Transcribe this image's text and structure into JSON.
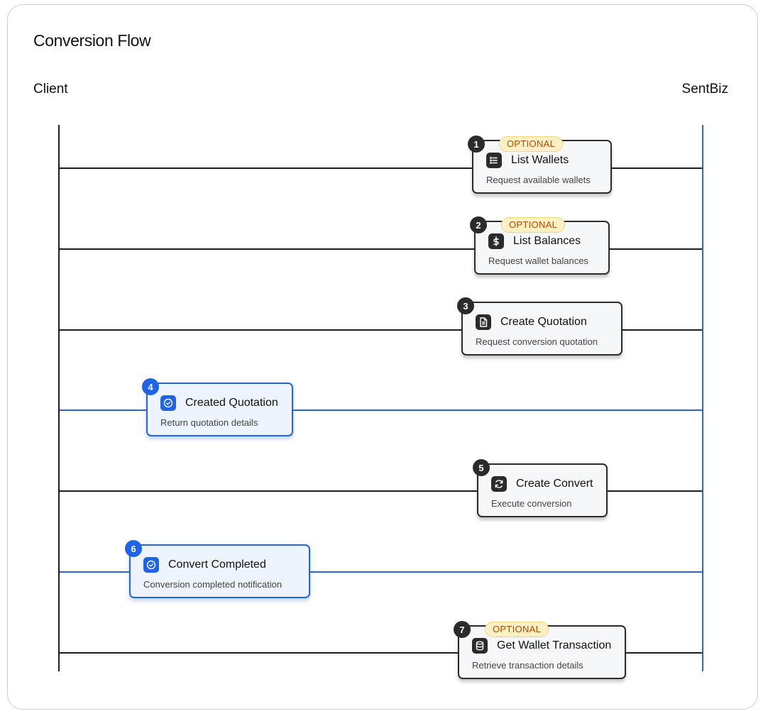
{
  "diagram": {
    "title": "Conversion Flow",
    "actors": {
      "left": "Client",
      "right": "SentBiz"
    },
    "optional_label": "OPTIONAL",
    "steps": [
      {
        "number": "1",
        "label": "List Wallets",
        "description": "Request available wallets",
        "optional": true,
        "direction": "to-server",
        "icon": "list-icon"
      },
      {
        "number": "2",
        "label": "List Balances",
        "description": "Request wallet balances",
        "optional": true,
        "direction": "to-server",
        "icon": "dollar-icon"
      },
      {
        "number": "3",
        "label": "Create Quotation",
        "description": "Request conversion quotation",
        "optional": false,
        "direction": "to-server",
        "icon": "document-icon"
      },
      {
        "number": "4",
        "label": "Created Quotation",
        "description": "Return quotation details",
        "optional": false,
        "direction": "to-client",
        "icon": "check-circle-icon"
      },
      {
        "number": "5",
        "label": "Create Convert",
        "description": "Execute conversion",
        "optional": false,
        "direction": "to-server",
        "icon": "refresh-icon"
      },
      {
        "number": "6",
        "label": "Convert Completed",
        "description": "Conversion completed notification",
        "optional": false,
        "direction": "to-client",
        "icon": "check-circle-icon"
      },
      {
        "number": "7",
        "label": "Get Wallet Transaction",
        "description": "Retrieve transaction details",
        "optional": true,
        "direction": "to-server",
        "icon": "database-icon"
      }
    ]
  },
  "colors": {
    "request": "#2b2b2b",
    "response": "#1f63e6",
    "server_lifeline": "#2a66d9",
    "optional_bg": "#fdf0c4",
    "optional_text": "#b34a00"
  }
}
